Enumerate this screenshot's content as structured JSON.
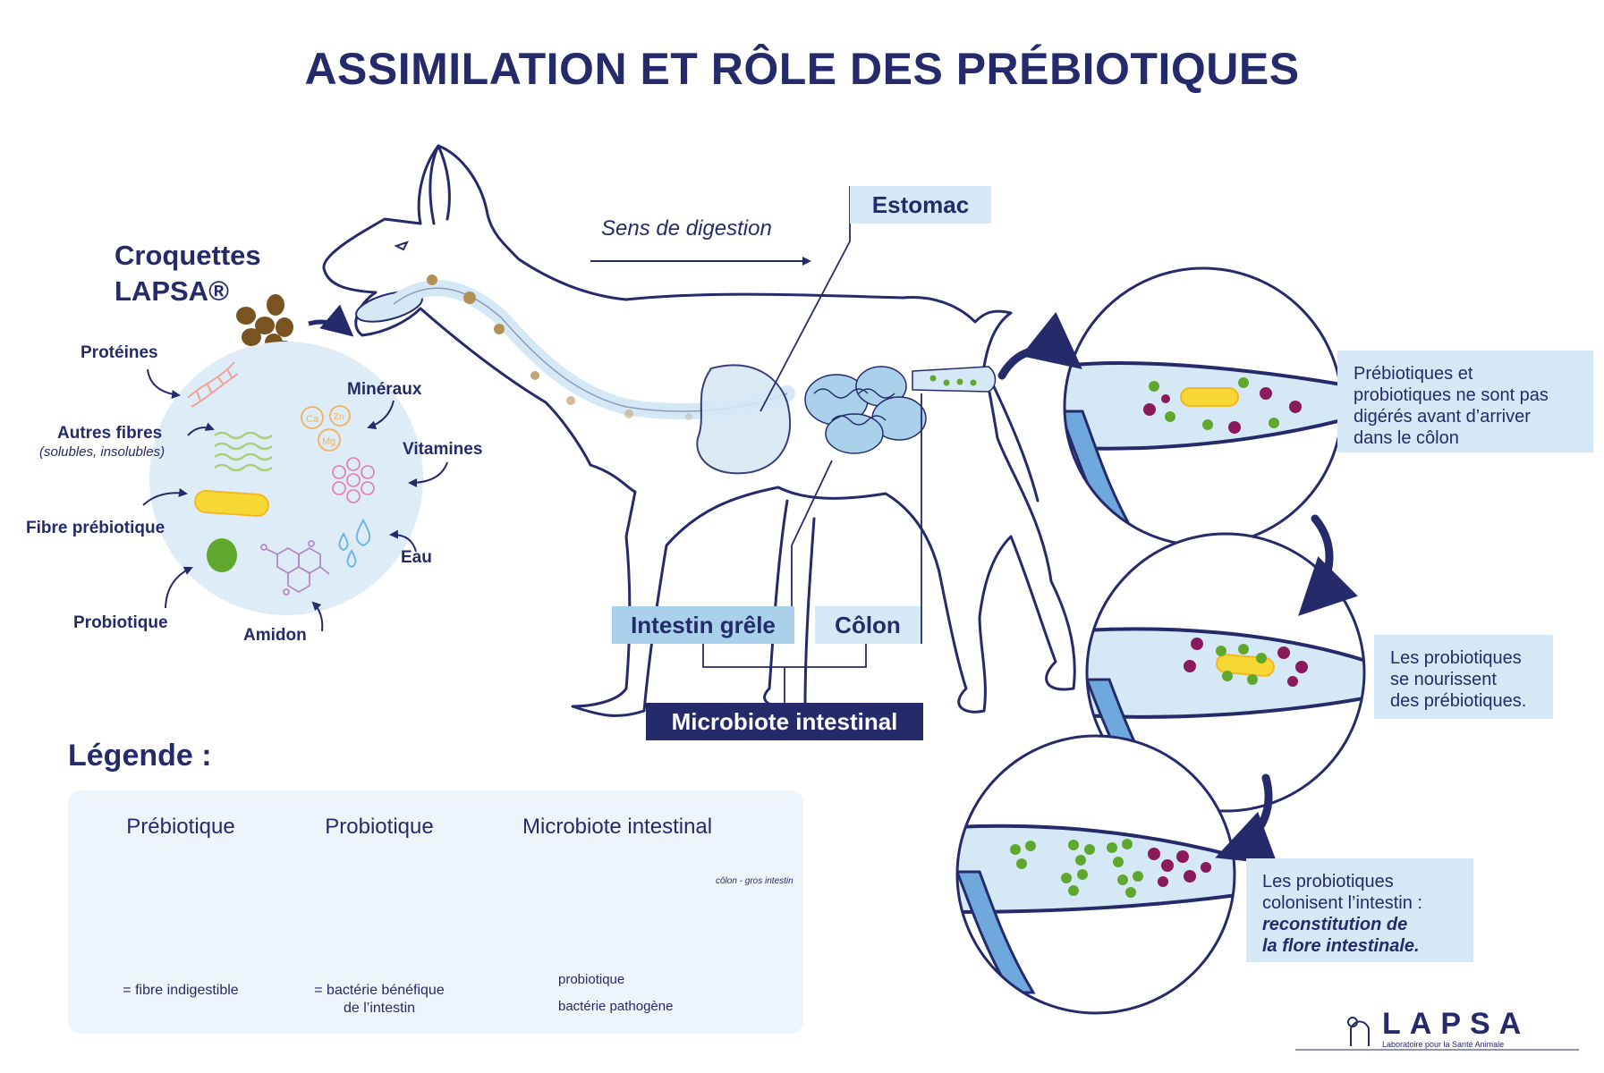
{
  "title": "ASSIMILATION ET RÔLE DES PRÉBIOTIQUES",
  "colors": {
    "navy": "#252a6b",
    "light_blue": "#d5e8f5",
    "mid_blue": "#a9d1ec",
    "probiotic_green": "#5fa82d",
    "pathogen_purple": "#8a1a5c",
    "prebiotic_yellow": "#f7d733",
    "kibble_brown": "#7a5420"
  },
  "croquettes": {
    "line1": "Croquettes",
    "line2": "LAPSA®"
  },
  "nutrients": {
    "proteines": "Protéines",
    "autres_fibres": "Autres fibres",
    "autres_fibres_sub": "(solubles, insolubles)",
    "fibre_prebiotique": "Fibre prébiotique",
    "probiotique": "Probiotique",
    "amidon": "Amidon",
    "mineraux": "Minéraux",
    "vitamines": "Vitamines",
    "eau": "Eau"
  },
  "digestion": {
    "direction": "Sens de digestion",
    "estomac": "Estomac",
    "intestin_grele": "Intestin grêle",
    "colon": "Côlon",
    "microbiote": "Microbiote intestinal"
  },
  "steps": [
    {
      "lines": [
        "Prébiotiques et",
        "probiotiques ne sont pas",
        "digérés avant d’arriver",
        "dans le côlon"
      ]
    },
    {
      "lines": [
        "Les probiotiques",
        "se nourissent",
        "des prébiotiques."
      ]
    },
    {
      "lines": [
        "Les probiotiques",
        "colonisent l’intestin :"
      ],
      "emphasis": [
        "reconstitution de",
        "la flore intestinale."
      ]
    }
  ],
  "legend": {
    "title": "Légende :",
    "prebiotique": {
      "heading": "Prébiotique",
      "caption": "= fibre indigestible"
    },
    "probiotique": {
      "heading": "Probiotique",
      "caption_line1": "= bactérie bénéfique",
      "caption_line2": "de l’intestin"
    },
    "microbiote": {
      "heading": "Microbiote intestinal",
      "note": "côlon - gros intestin",
      "key_probiotique": "probiotique",
      "key_pathogene": "bactérie pathogène"
    }
  },
  "logo": {
    "name": "LAPSA",
    "tagline": "Laboratoire pour la Santé Animale"
  }
}
